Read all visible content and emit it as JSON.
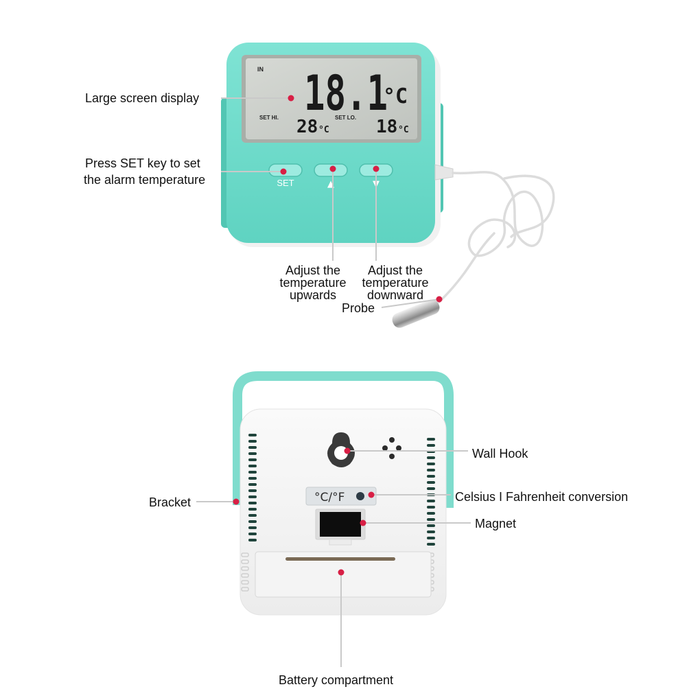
{
  "front": {
    "lcd": {
      "in_label": "IN",
      "main_value": "18.1",
      "main_unit": "°C",
      "set_hi_label": "SET HI.",
      "set_hi_value": "28",
      "set_hi_unit": "°C",
      "set_lo_label": "SET LO.",
      "set_lo_value": "18",
      "set_lo_unit": "°C"
    },
    "set_key_label": "SET",
    "up_key_symbol": "▲",
    "down_key_symbol": "▼"
  },
  "back": {
    "unit_switch_label": "°C/°F"
  },
  "callouts": {
    "large_screen": "Large screen display",
    "press_set_line1": "Press SET key to set",
    "press_set_line2": "the alarm temperature",
    "adjust_up_line1": "Adjust the",
    "adjust_up_line2": "temperature",
    "adjust_up_line3": "upwards",
    "adjust_down_line1": "Adjust the",
    "adjust_down_line2": "temperature",
    "adjust_down_line3": "downward",
    "probe": "Probe",
    "wall_hook": "Wall Hook",
    "bracket": "Bracket",
    "celsius_fahrenheit": "Celsius I Fahrenheit conversion",
    "magnet": "Magnet",
    "battery": "Battery compartment"
  },
  "colors": {
    "body_teal": "#6fdccb",
    "lcd_bg": "#c9cdc8",
    "pointer_red": "#d81f45",
    "button_teal": "#8fe6d8"
  }
}
